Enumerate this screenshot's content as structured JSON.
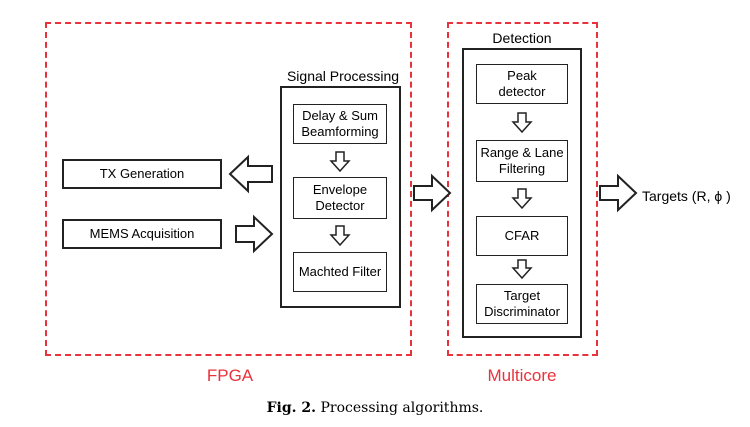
{
  "regions": {
    "fpga": {
      "label": "FPGA",
      "color": "#e8323c"
    },
    "multicore": {
      "label": "Multicore",
      "color": "#e8323c"
    }
  },
  "blocks": {
    "tx_generation": "TX Generation",
    "mems_acquisition": "MEMS Acquisition",
    "signal_processing_title": "Signal Processing",
    "delay_sum": "Delay & Sum\nBeamforming",
    "envelope_detector": "Envelope\nDetector",
    "matched_filter": "Machted Filter",
    "detection_title": "Detection",
    "peak_detector": "Peak\ndetector",
    "range_lane": "Range & Lane\nFiltering",
    "cfar": "CFAR",
    "target_discriminator": "Target\nDiscriminator"
  },
  "output": {
    "label": "Targets (R, ϕ )"
  },
  "caption": {
    "prefix": "Fig. 2.",
    "text": "Processing algorithms."
  }
}
